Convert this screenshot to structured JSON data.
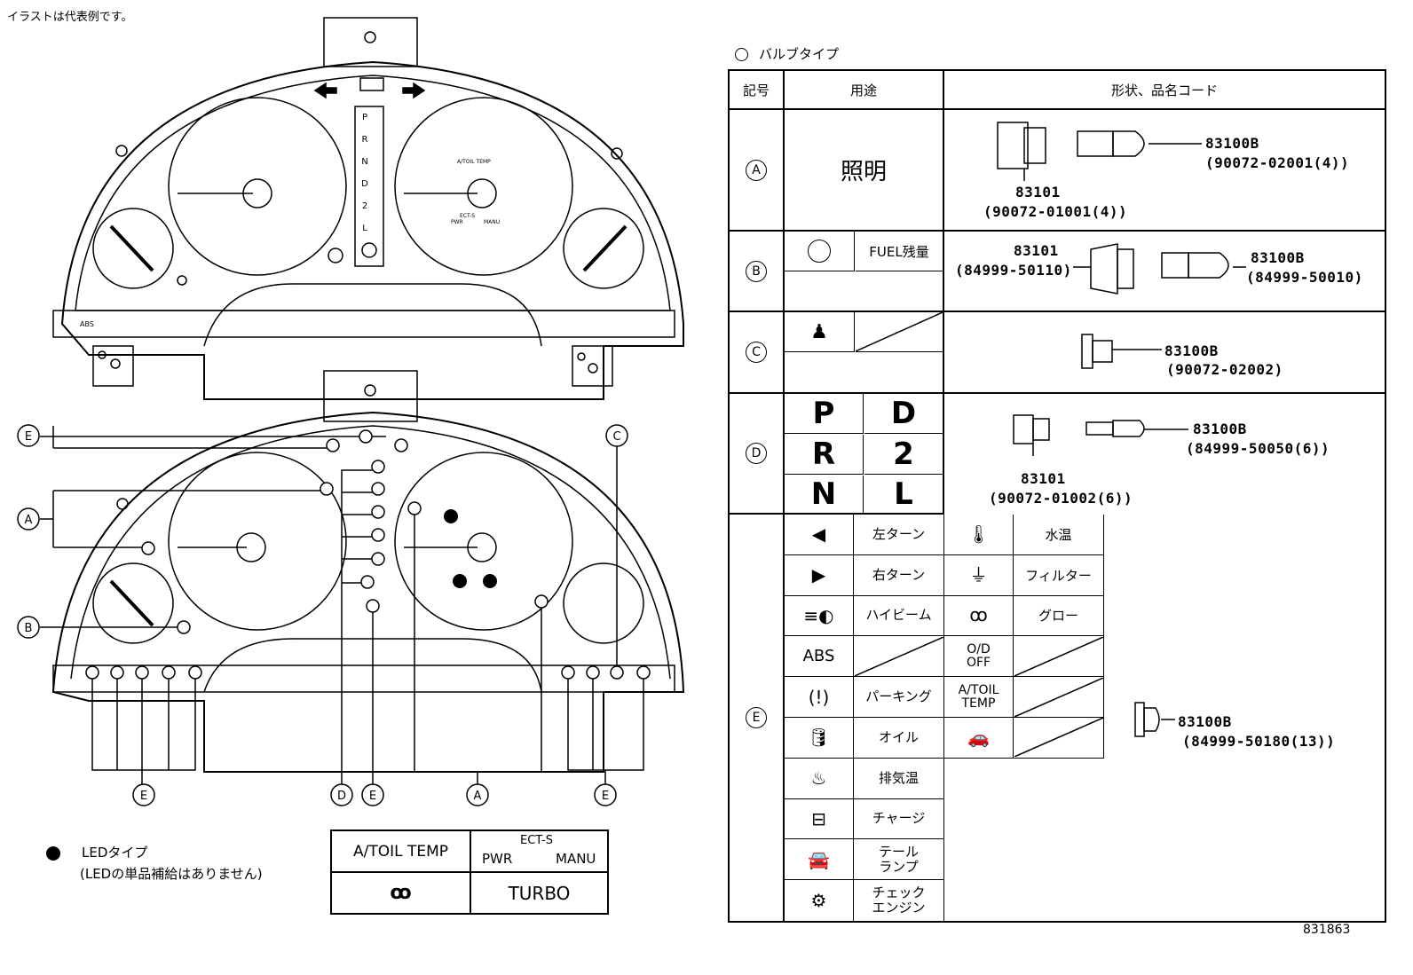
{
  "header_note": "イラストは代表例です。",
  "bulb_type_title": "バルブタイプ",
  "table": {
    "headers": [
      "記号",
      "用途",
      "形状、品名コード"
    ],
    "rows": {
      "A": {
        "symbol": "A",
        "use": "照明",
        "codes": [
          "83100B",
          "(90072-02001(4))",
          "83101",
          "(90072-01001(4))"
        ]
      },
      "B": {
        "symbol": "B",
        "use": "FUEL残量",
        "codes": [
          "83101",
          "(84999-50110)",
          "83100B",
          "(84999-50010)"
        ]
      },
      "C": {
        "symbol": "C",
        "codes": [
          "83100B",
          "(90072-02002)"
        ]
      },
      "D": {
        "symbol": "D",
        "gears": [
          "P",
          "D",
          "R",
          "2",
          "N",
          "L"
        ],
        "codes": [
          "83101",
          "(90072-01002(6))",
          "83100B",
          "(84999-50050(6))"
        ]
      },
      "E": {
        "symbol": "E",
        "left": [
          "左ターン",
          "右ターン",
          "ハイビーム",
          "ABS",
          "パーキング",
          "オイル",
          "排気温",
          "チャージ",
          "テール\nランプ",
          "チェック\nエンジン"
        ],
        "right": [
          "水温",
          "フィルター",
          "グロー",
          "O/D\nOFF",
          "A/TOIL\nTEMP",
          ""
        ],
        "codes": [
          "83100B",
          "(84999-50180(13))"
        ]
      }
    }
  },
  "led_legend": {
    "title": "LEDタイプ",
    "note": "(LEDの単品補給はありません)"
  },
  "led_table": {
    "cell1": "A/TOIL TEMP",
    "ect": "ECT-S",
    "pwr": "PWR",
    "manu": "MANU",
    "turbo": "TURBO"
  },
  "diagram": {
    "labels": {
      "A": "A",
      "B": "B",
      "C": "C",
      "D": "D",
      "E": "E"
    },
    "gauge_labels": [
      "P",
      "R",
      "N",
      "D",
      "2",
      "L"
    ],
    "top_small": {
      "atoil": "A/TOIL TEMP",
      "ect": "ECT-S",
      "pwr": "PWR",
      "manu": "MANU",
      "abs": "ABS"
    }
  },
  "figure_id": "831863"
}
